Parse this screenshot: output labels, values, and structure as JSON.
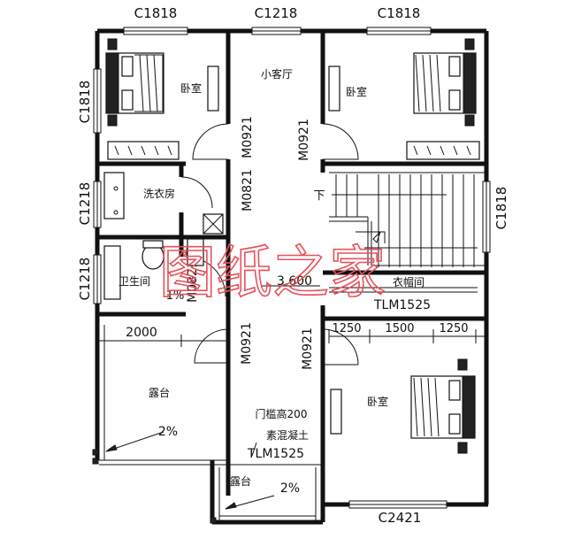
{
  "windows": {
    "top_left": "C1818",
    "top_mid": "C1218",
    "top_right": "C1818",
    "left_upper": "C1818",
    "left_laundry": "C1218",
    "left_bath": "C1218",
    "right_stair": "C1818",
    "bottom_right": "C2421"
  },
  "doors": {
    "left_bed": "M0921",
    "right_bed": "M0921",
    "laundry": "M0821",
    "bath": "M0821",
    "terrace": "M0921",
    "lower_bed": "M0921",
    "tlm_top": "TLM1525",
    "tlm_bottom": "TLM1525"
  },
  "rooms": {
    "bedroom_upper_left": "卧室",
    "bedroom_upper_right": "卧室",
    "small_living": "小客厅",
    "laundry": "洗衣房",
    "bathroom": "卫生间",
    "closet": "衣帽间",
    "bedroom_lower_right": "卧室",
    "terrace_large": "露台",
    "terrace_small": "露台"
  },
  "annotations": {
    "stair_down": "下",
    "elevation": "3.600",
    "bath_slope": "1%",
    "terrace_slope_large": "2%",
    "terrace_slope_small": "2%",
    "sill_height": "门槛高200",
    "concrete": "素混凝土"
  },
  "dimensions": {
    "terrace_width": "2000",
    "closet_left": "1250",
    "closet_mid": "1500",
    "closet_right": "1250"
  },
  "watermark": "图纸之家"
}
